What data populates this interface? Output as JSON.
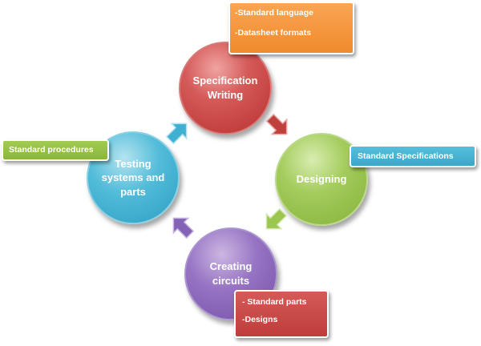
{
  "cycle": {
    "nodes": [
      {
        "label": "Specification\nWriting",
        "color": "#c0403e"
      },
      {
        "label": "Designing",
        "color": "#9bc650"
      },
      {
        "label": "Creating\ncircuits",
        "color": "#8463b6"
      },
      {
        "label": "Testing\nsystems and\nparts",
        "color": "#3fb0d2"
      }
    ],
    "notes": {
      "specification": {
        "lines": [
          "-Standard language",
          "-Datasheet formats"
        ],
        "color": "#f39433"
      },
      "designing": {
        "lines": [
          "Standard Specifications"
        ],
        "color": "#45b2d1"
      },
      "creating": {
        "lines": [
          "- Standard parts",
          "-Designs"
        ],
        "color": "#c9494a"
      },
      "testing": {
        "lines": [
          "Standard procedures"
        ],
        "color": "#97c146"
      }
    },
    "arrows": [
      {
        "icon": "arrow-down-right-icon",
        "color": "#c0403e"
      },
      {
        "icon": "arrow-down-left-icon",
        "color": "#9bc650"
      },
      {
        "icon": "arrow-up-left-icon",
        "color": "#8463b6"
      },
      {
        "icon": "arrow-up-right-icon",
        "color": "#3fb0d2"
      }
    ]
  }
}
